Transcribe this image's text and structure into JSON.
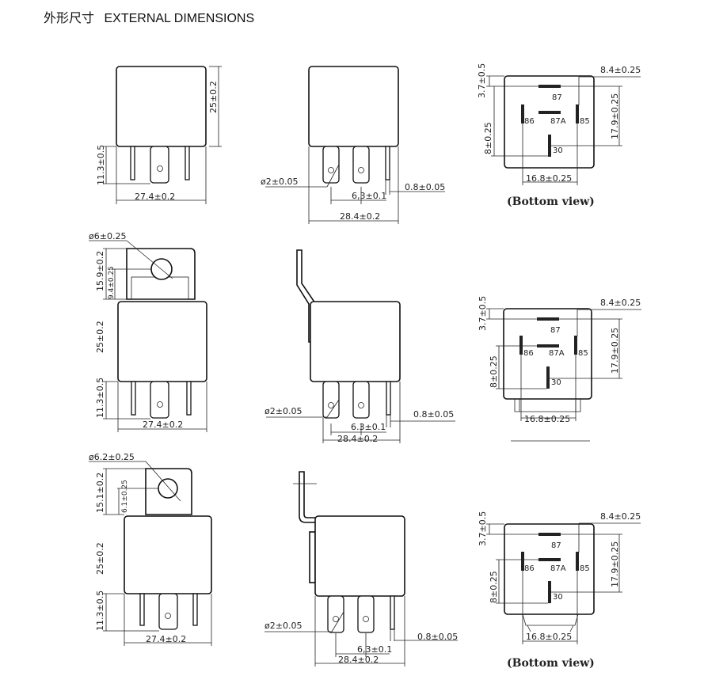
{
  "title": {
    "chinese": "外形尺寸",
    "english": "EXTERNAL DIMENSIONS"
  },
  "captions": {
    "bottom_view": "(Bottom view)"
  },
  "pins": {
    "p87": "87",
    "p86": "86",
    "p87a": "87A",
    "p85": "85",
    "p30": "30"
  },
  "dims": {
    "height_25": "25±0.2",
    "pin_11_3": "11.3±0.5",
    "width_27_4": "27.4±0.2",
    "hole_2": "ø2±0.05",
    "pin_pitch_6_3": "6,3±0.1",
    "pin_pitch_6_3_dot": "6.3±0.1",
    "blade_0_8": "0.8±0.05",
    "depth_28_4": "28.4±0.2",
    "dim_3_7": "3.7±0.5",
    "dim_8_4": "8.4±0.25",
    "dim_8": "8±0.25",
    "dim_17_9": "17.9±0.25",
    "dim_16_8": "16.8±0.25",
    "hole_6": "ø6±0.25",
    "bracket_15_9": "15.9±0.2",
    "bracket_9_4": "9.4±0.25",
    "hole_6_2": "ø6.2±0.25",
    "bracket_15_1": "15.1±0.2",
    "bracket_6_1": "6.1±0.25"
  }
}
